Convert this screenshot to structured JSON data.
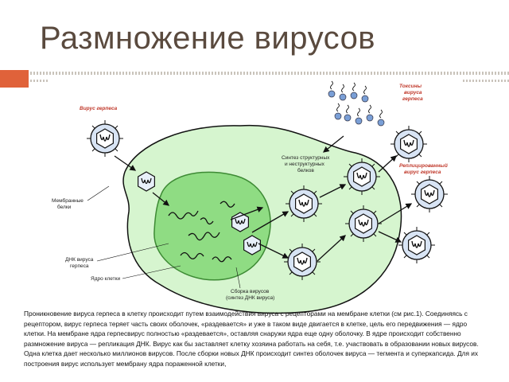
{
  "slide": {
    "title": "Размножение вирусов",
    "caption": "Проникновение вируса герпеса в клетку происходит путем взаимодействия вируса с рецепторами на мембране клетки (см рис.1). Соединяясь с рецептором, вирус герпеса теряет часть своих оболочек, «раздевается» и уже в таком виде двигается в клетке, цель его передвижения — ядро клетки. На мембране ядра герпесвирус полностью «раздевается», оставляя снаружи ядра еще одну оболочку. В ядре происходит собственно размножение вируса — репликация ДНК. Вирус как бы заставляет клетку хозяина работать на себя, т.е. участвовать в образовании новых вирусов. Одна клетка дает несколько миллионов вирусов. После сборки новых ДНК происходит синтез оболочек вируса — тегмента и суперкапсида. Для их построения вирус использует мембрану ядра пораженной клетки,"
  },
  "diagram": {
    "labels": {
      "herpes_virus": "Вирус герпеса",
      "toxins_1": "Токсины",
      "toxins_2": "вируса",
      "toxins_3": "герпеса",
      "synthesis_1": "Синтез структурных",
      "synthesis_2": "и неструктурных",
      "synthesis_3": "белков",
      "replicated_1": "Реплицированный",
      "replicated_2": "вирус герпеса",
      "membrane_1": "Мембранные",
      "membrane_2": "белки",
      "dna_1": "ДНК вируса",
      "dna_2": "герпеса",
      "nucleus": "Ядро клетки",
      "assembly_1": "Сборка вирусов",
      "assembly_2": "(синтез ДНК вируса)"
    },
    "colors": {
      "cell": "#d6f5cf",
      "nucleus": "#8fdc83",
      "virus_fill": "#d8e4f4",
      "accent": "#e0623a"
    }
  }
}
